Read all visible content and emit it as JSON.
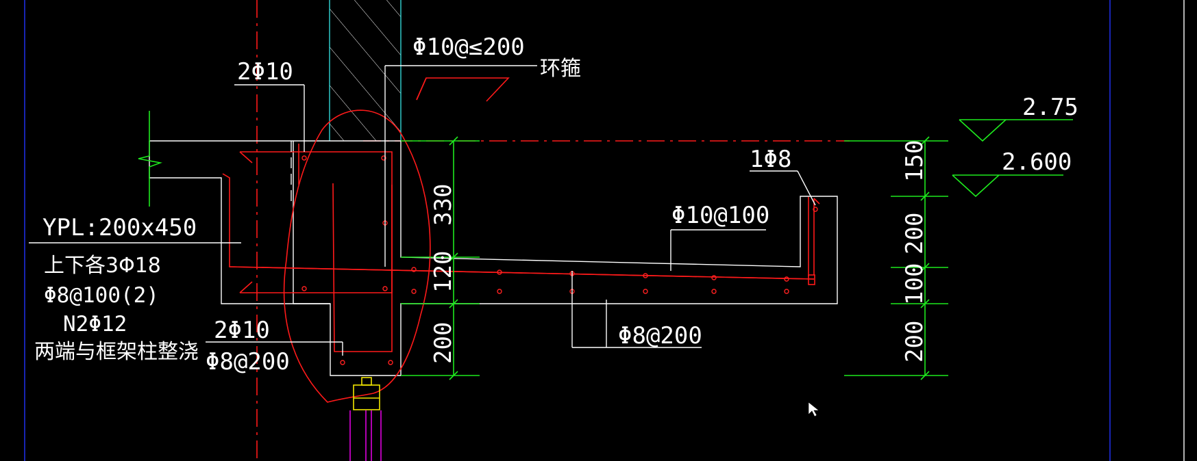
{
  "drawing": {
    "background": "#000000",
    "colors": {
      "outline": "#ffffff",
      "rebar": "#ff1a1a",
      "dimension": "#1eea1e",
      "wall": "#32d6d6",
      "frame": "#2233ff",
      "window": "#e000e0",
      "window_frame": "#f2e600"
    },
    "labels": {
      "rebar_2phi10_top": "2Φ10",
      "stirrup_spec": "Φ10@≤200",
      "stirrup_name": "环箍",
      "beam_name": "YPL:200x450",
      "beam_main_bars": "上下各3Φ18",
      "beam_stirrups": "Φ8@100(2)",
      "beam_side_bars": "N2Φ12",
      "beam_note": "两端与框架柱整浇",
      "rebar_2phi10_bottom": "2Φ10",
      "rebar_phi8_200_left": "Φ8@200",
      "slab_bar_phi10": "Φ10@100",
      "slab_bar_phi8": "Φ8@200",
      "edge_bar": "1Φ8"
    },
    "dimensions": {
      "dim_330": "330",
      "dim_120": "120",
      "dim_200_left": "200",
      "dim_150": "150",
      "dim_200_a": "200",
      "dim_100": "100",
      "dim_200_b": "200"
    },
    "elevations": {
      "elev_upper": "2.75",
      "elev_lower": "2.600"
    }
  }
}
